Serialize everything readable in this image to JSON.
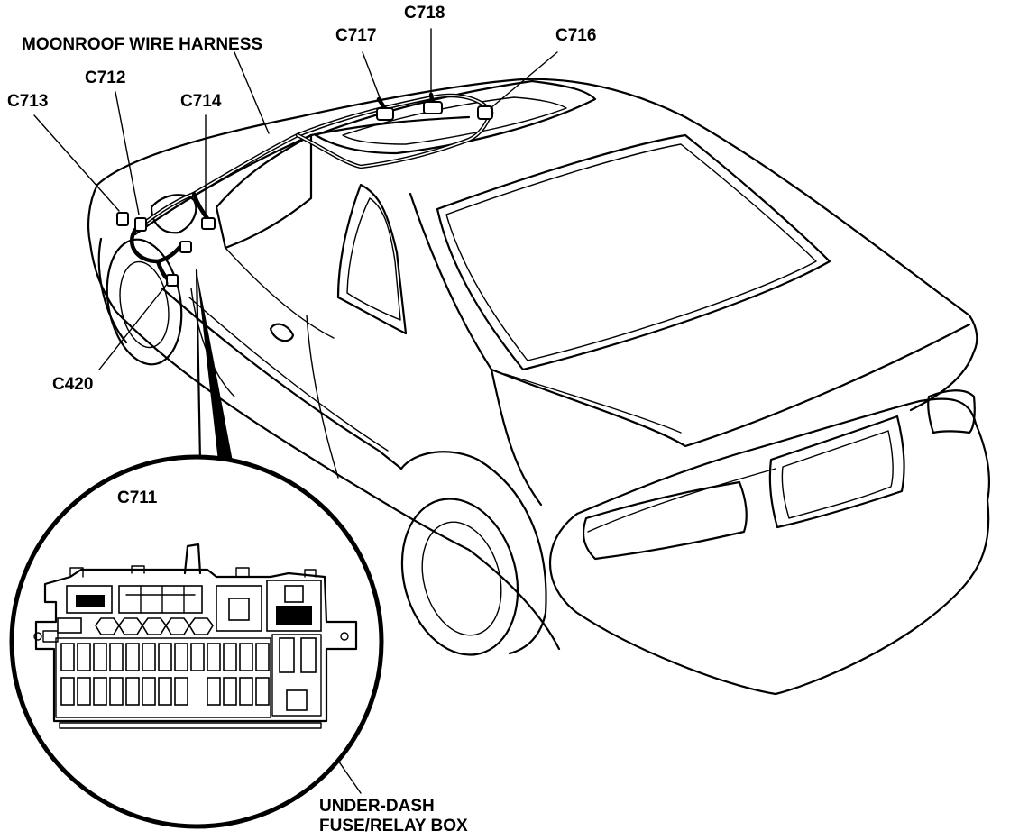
{
  "labels": {
    "moonroof_harness": "MOONROOF WIRE HARNESS",
    "c717": "C717",
    "c718": "C718",
    "c716": "C716",
    "c712": "C712",
    "c713": "C713",
    "c714": "C714",
    "c420": "C420",
    "c711": "C711",
    "fuse_box_line1": "UNDER-DASH",
    "fuse_box_line2": "FUSE/RELAY BOX"
  },
  "colors": {
    "line": "#000000",
    "background": "#ffffff"
  }
}
